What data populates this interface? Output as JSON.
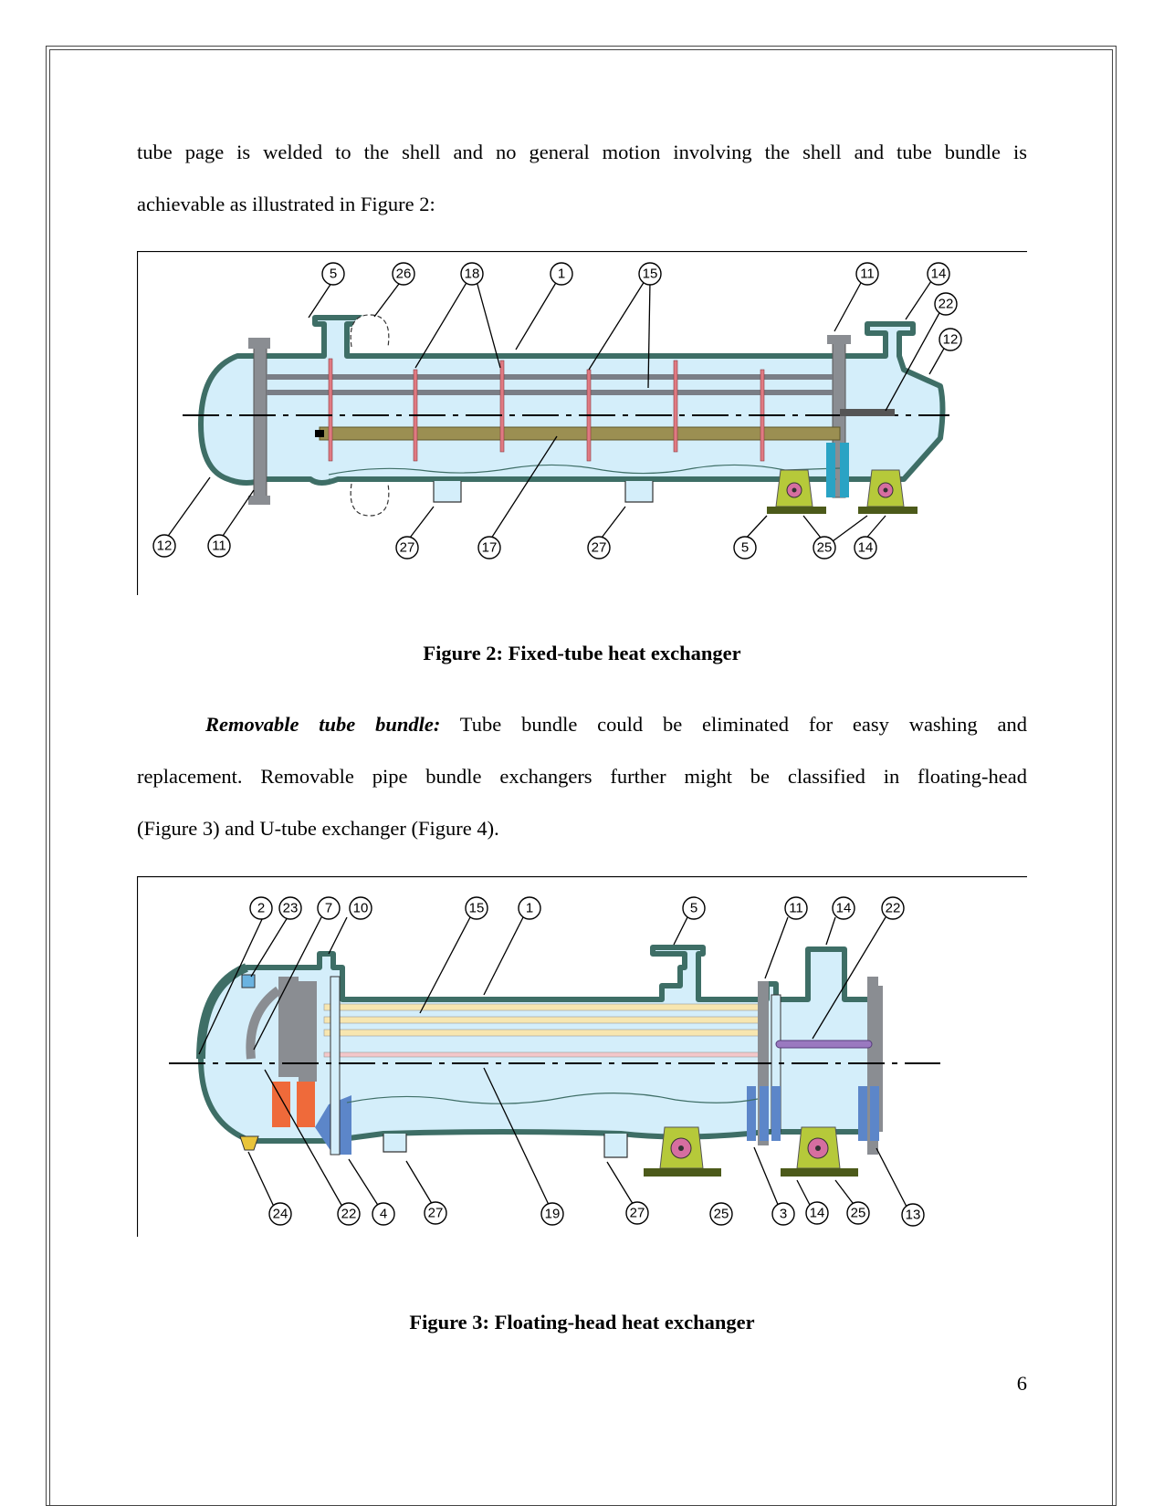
{
  "paragraph1": {
    "line1": "tube page is welded to the shell and no general motion involving the shell and tube bundle is",
    "line2": "achievable as illustrated in Figure 2:"
  },
  "figure2": {
    "caption": "Figure 2: Fixed-tube heat exchanger",
    "callouts_top": [
      "5",
      "26",
      "18",
      "1",
      "15",
      "11",
      "14",
      "22",
      "12"
    ],
    "callouts_bottom": [
      "12",
      "11",
      "27",
      "17",
      "27",
      "5",
      "25",
      "14"
    ]
  },
  "paragraph2": {
    "lead": "Removable tube bundle:",
    "line1_rest": " Tube bundle could be eliminated for easy washing and",
    "line2": "replacement. Removable pipe bundle exchangers further might be classified in floating-head",
    "line3": "(Figure 3) and U-tube exchanger (Figure 4)."
  },
  "figure3": {
    "caption": "Figure 3: Floating-head heat exchanger",
    "callouts_top": [
      "2",
      "23",
      "7",
      "10",
      "15",
      "1",
      "5",
      "11",
      "14",
      "22"
    ],
    "callouts_bottom": [
      "24",
      "22",
      "4",
      "27",
      "19",
      "27",
      "25",
      "3",
      "14",
      "25",
      "13"
    ]
  },
  "page_number": "6",
  "colors": {
    "shell_fill": "#d4eefa",
    "shell_stroke": "#3e6e66",
    "flange": "#8a8d92",
    "baffle": "#e07a82",
    "rod": "#9b8f52",
    "support": "#b6c93a",
    "base": "#4c5a1a",
    "nozzle_blue": "#2aa3c4",
    "float_orange": "#ef6a3a",
    "tube_cream": "#f7e6b0",
    "blue_block": "#5c86c9"
  }
}
